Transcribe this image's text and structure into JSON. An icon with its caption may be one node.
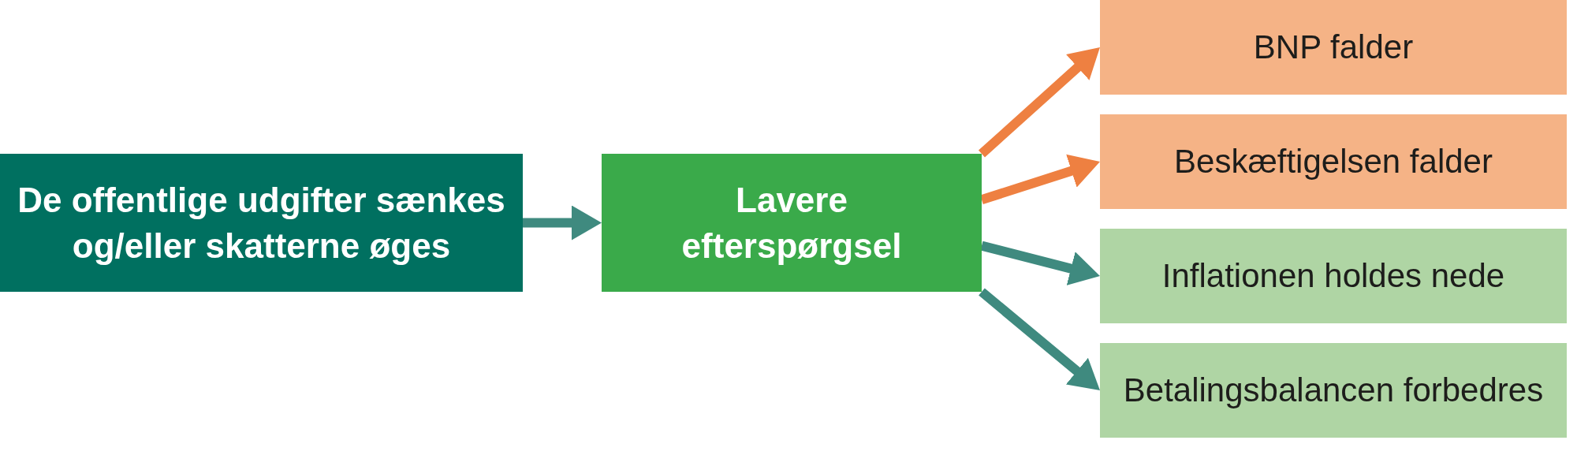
{
  "diagram": {
    "nodes": [
      {
        "text": [
          "De offentlige udgifter sænkes og/eller skatterne øges"
        ]
      },
      {
        "text": [
          "Lavere efterspørgsel"
        ]
      },
      {
        "text": [
          "BNP falder"
        ]
      },
      {
        "text": [
          "Beskæftigelsen falder"
        ]
      },
      {
        "text": [
          "Inflationen holdes nede"
        ]
      },
      {
        "text": [
          "Betalingsbalancen forbedres"
        ]
      }
    ],
    "edges": [
      {
        "from": 0,
        "to": 1,
        "arrow": "to"
      },
      {
        "from": 1,
        "to": 2,
        "arrow": "to",
        "color": "#ee8041"
      },
      {
        "from": 1,
        "to": 3,
        "arrow": "to",
        "color": "#ee8041"
      },
      {
        "from": 1,
        "to": 4,
        "arrow": "to"
      },
      {
        "from": 1,
        "to": 5,
        "arrow": "to"
      }
    ]
  }
}
